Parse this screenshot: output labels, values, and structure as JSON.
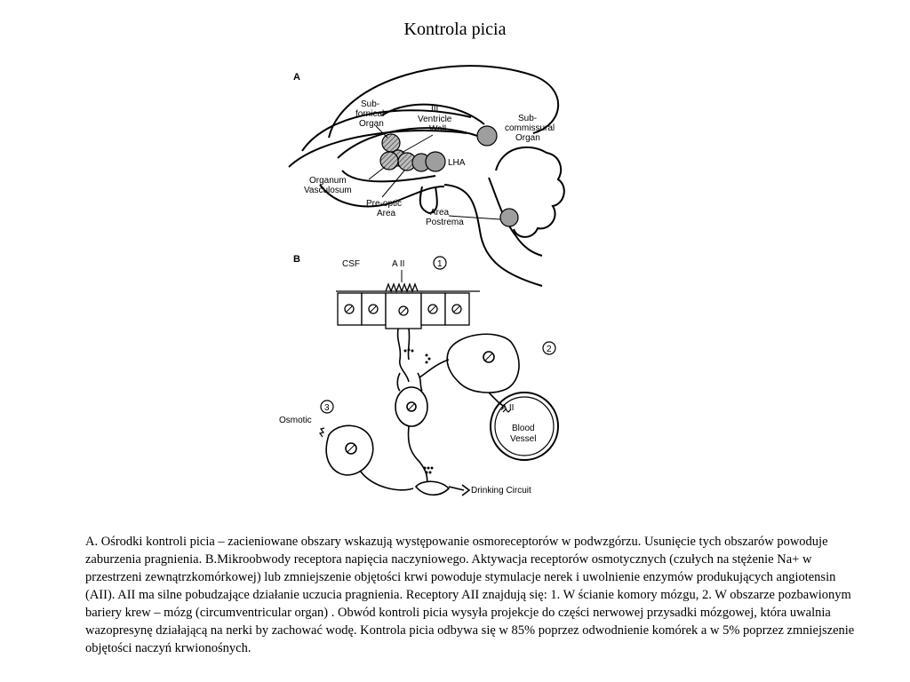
{
  "title": "Kontrola picia",
  "figure": {
    "panel_a": {
      "letter": "A",
      "labels": {
        "subfornical_line1": "Sub-",
        "subfornical_line2": "fornical",
        "subfornical_line3": "Organ",
        "ventricle_line1": "III",
        "ventricle_line2": "Ventricle",
        "ventricle_line3": "Wall",
        "subcommissural_line1": "Sub-",
        "subcommissural_line2": "commissural",
        "subcommissural_line3": "Organ",
        "lha": "LHA",
        "organum_line1": "Organum",
        "organum_line2": "Vasculosum",
        "preoptic_line1": "Pre-optic",
        "preoptic_line2": "Area",
        "postrema_line1": "Area",
        "postrema_line2": "Postrema"
      }
    },
    "panel_b": {
      "letter": "B",
      "labels": {
        "csf": "CSF",
        "aii_top": "A II",
        "num1": "1",
        "num2": "2",
        "num3": "3",
        "aii_vessel": "A II",
        "blood_line1": "Blood",
        "blood_line2": "Vessel",
        "osmotic": "Osmotic",
        "drinking_circuit": "Drinking Circuit"
      }
    }
  },
  "caption": "A. Ośrodki kontroli picia – zacieniowane obszary wskazują występowanie osmoreceptorów w podwzgórzu. Usunięcie tych obszarów powoduje zaburzenia pragnienia. B.Mikroobwody receptora napięcia naczyniowego. Aktywacja receptorów osmotycznych (czułych na stężenie Na+ w przestrzeni zewnątrzkomórkowej) lub zmniejszenie objętości krwi powoduje stymulacje nerek i uwolnienie enzymów produkujących angiotensin (AII). AII ma silne pobudzające działanie uczucia pragnienia. Receptory AII znajdują się: 1. W ścianie komory mózgu, 2. W obszarze pozbawionym bariery krew – mózg (circumventricular organ) . Obwód kontroli picia wysyła projekcje do części nerwowej przysadki mózgowej, która uwalnia wazopresynę działającą na nerki by zachować wodę. Kontrola picia odbywa się w 85% poprzez odwodnienie komórek a w 5% poprzez zmniejszenie objętości naczyń krwionośnych."
}
